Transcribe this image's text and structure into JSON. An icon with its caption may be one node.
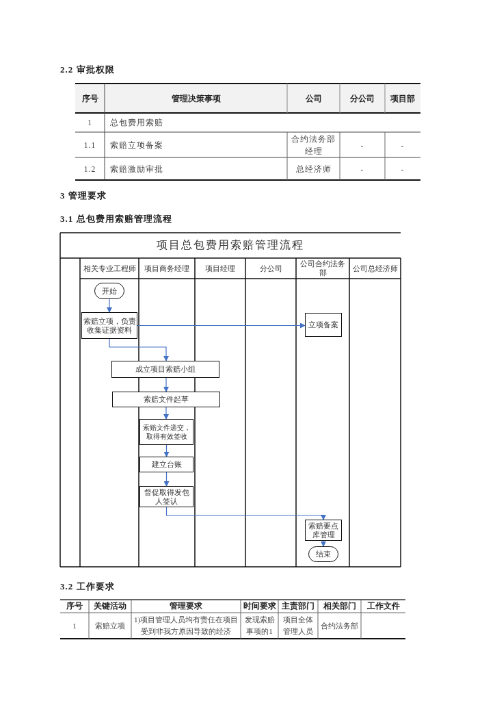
{
  "diagram": {
    "title": "项目总包费用索赔管理流程",
    "nodes": [
      {
        "text": [
          "开始"
        ]
      },
      {
        "text": [
          "索赔立项，负责收集证据资料"
        ]
      },
      {
        "text": [
          "立项备案"
        ]
      },
      {
        "text": [
          "成立项目索赔小组"
        ]
      },
      {
        "text": [
          "索赔文件起草"
        ]
      },
      {
        "text": [
          "索赔文件递交，取得有效签收"
        ]
      },
      {
        "text": [
          "建立台账"
        ]
      },
      {
        "text": [
          "督促取得发包人签认"
        ]
      },
      {
        "text": [
          "索赔要点库管理"
        ]
      },
      {
        "text": [
          "结束"
        ]
      }
    ],
    "edges": [
      {
        "from": 0,
        "to": 1,
        "arrow": "to"
      },
      {
        "from": 1,
        "to": 2,
        "arrow": "to"
      },
      {
        "from": 1,
        "to": 3,
        "arrow": "to"
      },
      {
        "from": 3,
        "to": 4,
        "arrow": "to"
      },
      {
        "from": 4,
        "to": 5,
        "arrow": "to"
      },
      {
        "from": 5,
        "to": 6,
        "arrow": "to"
      },
      {
        "from": 6,
        "to": 7,
        "arrow": "to"
      },
      {
        "from": 7,
        "to": 8,
        "arrow": "to"
      },
      {
        "from": 8,
        "to": 9,
        "arrow": "to"
      }
    ],
    "labels": [
      "2.2 审批权限",
      "序号",
      "管理决策事项",
      "公司",
      "分公司",
      "项目部",
      "1",
      "总包费用索赔",
      "1.1",
      "索赔立项备案",
      "合约法务部经理",
      "-",
      "-",
      "1.2",
      "索赔激励审批",
      "总经济师",
      "-",
      "-",
      "3 管理要求",
      "3.1 总包费用索赔管理流程",
      "相关专业工程师",
      "项目商务经理",
      "项目经理",
      "分公司",
      "公司合约法务部",
      "公司总经济师",
      "3.2 工作要求",
      "序号",
      "关键活动",
      "管理要求",
      "时间要求",
      "主责部门",
      "相关部门",
      "工作文件",
      "1",
      "索赔立项",
      "1)项目管理人员均有责任在项目受到非我方原因导致的经济",
      "发现索赔事项的1",
      "项目全体管理人员",
      "合约法务部"
    ]
  }
}
